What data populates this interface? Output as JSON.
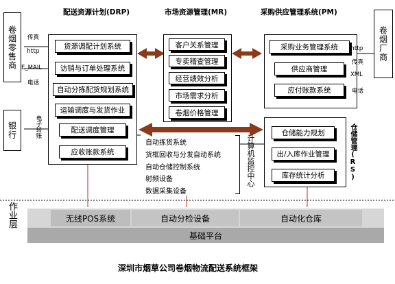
{
  "drp": {
    "title": "配送资源计划(DRP)",
    "items": [
      "货源调配计划系统",
      "访销与订单处理系统",
      "自动分拣配货规划系统",
      "运输调度与发货作业",
      "配送调度管理",
      "应收账款系统"
    ]
  },
  "mr": {
    "title": "市场资源管理(MR)",
    "items": [
      "客户关系管理",
      "专卖稽查管理",
      "经营绩效分析",
      "市场需求分析",
      "卷烟价格管理"
    ]
  },
  "pm": {
    "title": "采购供应管理系统(PM)",
    "items": [
      "采购业务管理系统",
      "供应商管理",
      "应付账款系统"
    ]
  },
  "rs": {
    "title": "仓储管理(RS)",
    "items": [
      "仓储能力规划",
      "出/入库作业管理",
      "库存统计分析"
    ]
  },
  "left_entities": {
    "retailer": "卷烟零售商",
    "bank": "银行"
  },
  "right_entity": "卷烟厂商",
  "left_links": {
    "fax": "传真",
    "http": "http",
    "email": "E_MAIL",
    "phone": "电话",
    "efund": "电子转账"
  },
  "right_links": {
    "http": "http",
    "fax": "传真",
    "xml": "XML",
    "phone": "电话"
  },
  "monitor": {
    "title": "计算机监控中心",
    "items": [
      "自动拣货系统",
      "货框回收与分发自动系统",
      "自动仓储控制系统",
      "射频设备",
      "数据采集设备"
    ]
  },
  "ops_layer": {
    "label": "作业层",
    "segments": [
      "无线POS系统",
      "自动分检设备",
      "自动化仓库"
    ],
    "platform": "基础平台"
  },
  "caption": "深圳市烟草公司卷烟物流配送系统框架"
}
